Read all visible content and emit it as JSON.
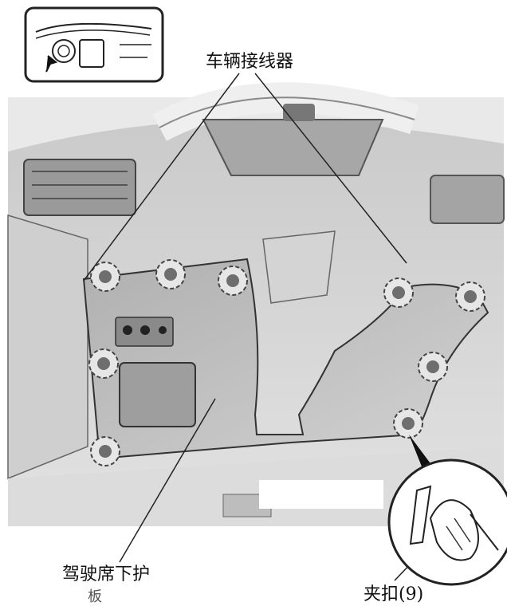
{
  "labels": {
    "vehicle_connector": "车辆接线器",
    "driver_lower_cover": "驾驶席下护",
    "driver_lower_cover_cont": "板",
    "clip": "夹扣(9)"
  },
  "colors": {
    "line": "#222222",
    "clip_fill": "#e6e6e6",
    "clip_stroke": "#444444",
    "panel_fill": "#bdbdbd",
    "dash_fill": "#d6d6d6",
    "background": "#ffffff"
  },
  "icons": {
    "locator": "dashboard-locator-icon",
    "clip": "clip-marker-icon",
    "zoom": "zoom-detail-icon"
  }
}
